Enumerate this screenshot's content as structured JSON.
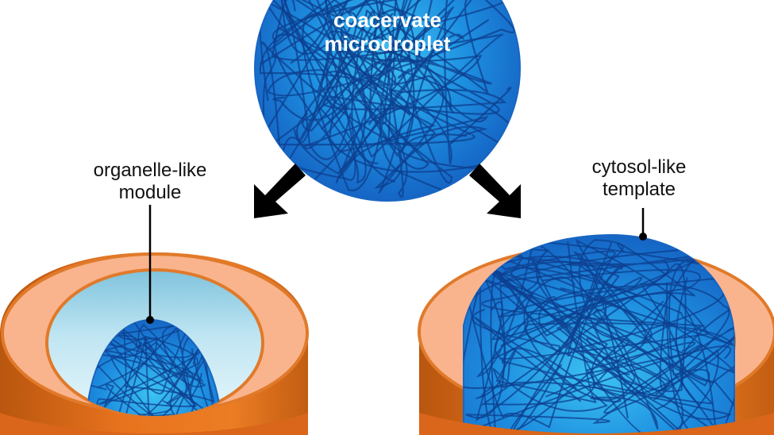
{
  "labels": {
    "top_line1": "coacervate",
    "top_line2": "microdroplet",
    "left_line1": "organelle-like",
    "left_line2": "module",
    "right_line1": "cytosol-like",
    "right_line2": "template"
  },
  "colors": {
    "droplet_light": "#3cc3f2",
    "droplet_mid": "#1e8fe0",
    "droplet_dark": "#1565c4",
    "fiber": "#0d3f8f",
    "shell_outer": "#e8731e",
    "shell_dark": "#b9560f",
    "shell_rim": "#f9b48d",
    "interior_light": "#d8f0f8",
    "interior_dark": "#77c0dc",
    "arrow": "#000000"
  }
}
